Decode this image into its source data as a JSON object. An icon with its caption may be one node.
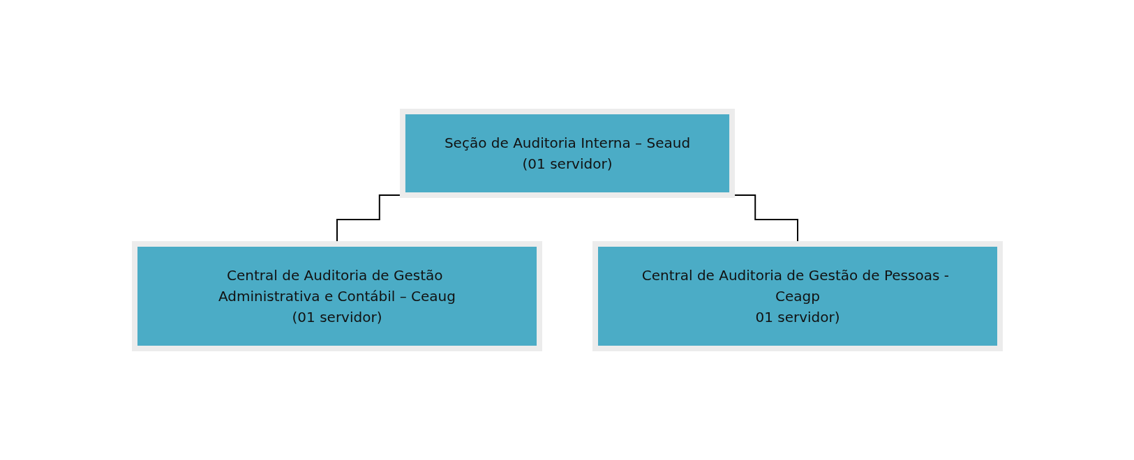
{
  "diagram": {
    "nodes": [
      {
        "text": [
          "Seção de Auditoria Interna – Seaud",
          "(01 servidor)"
        ]
      },
      {
        "text": [
          "Central de Auditoria de Gestão Administrativa e Contábil – Ceaug",
          "(01 servidor)"
        ]
      },
      {
        "text": [
          "Central de Auditoria de Gestão de Pessoas - Ceagp",
          "01 servidor)"
        ]
      }
    ],
    "edges": [
      {
        "from": 0,
        "to": 1,
        "arrow": "none"
      },
      {
        "from": 0,
        "to": 2,
        "arrow": "none"
      }
    ]
  }
}
